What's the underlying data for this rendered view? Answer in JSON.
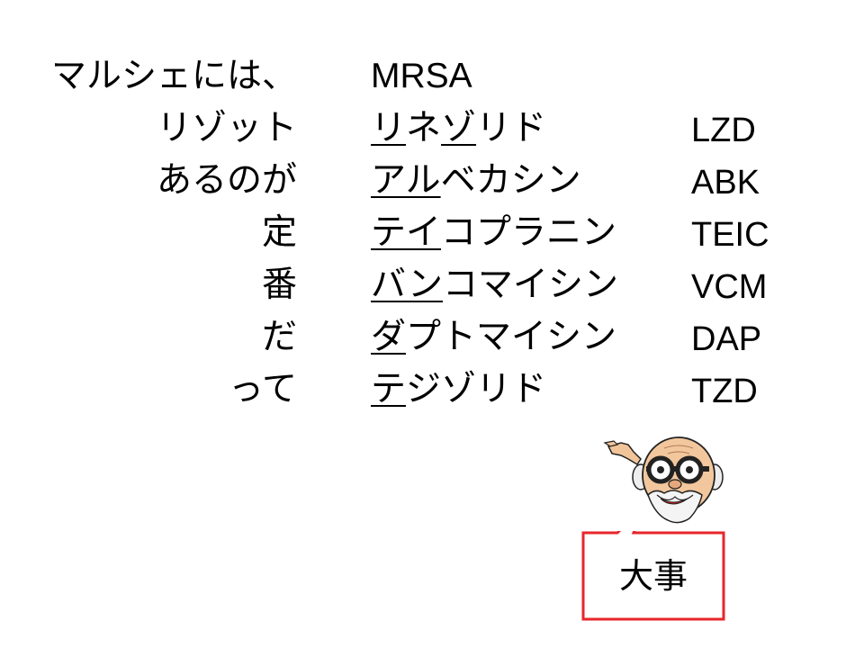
{
  "rows": [
    {
      "left": "マルシェには、",
      "mid_first": "",
      "mid_second": "",
      "mid_third": "",
      "mid_fourth": "",
      "mid_latin": "MRSA",
      "abbr": ""
    },
    {
      "left": "リゾット",
      "mid_first": "リ",
      "mid_second": "ネ",
      "mid_third": "ゾ",
      "mid_fourth": "リド",
      "abbr": "LZD"
    },
    {
      "left": "あるのが",
      "mid_underlined": "アル",
      "mid_rest": "ベカシン",
      "abbr": "ABK"
    },
    {
      "left": "定",
      "mid_underlined": "テイ",
      "mid_rest": "コプラニン",
      "abbr": "TEIC"
    },
    {
      "left": "番",
      "mid_underlined": "バン",
      "mid_rest": "コマイシン",
      "abbr": "VCM"
    },
    {
      "left": "だ",
      "mid_underlined": "ダ",
      "mid_rest": "プトマイシン",
      "abbr": "DAP"
    },
    {
      "left": "って",
      "mid_underlined": "テ",
      "mid_rest": "ジゾリド",
      "abbr": "TZD"
    }
  ],
  "callout": {
    "text": "大事",
    "border_color": "#e8262b"
  },
  "icons": {
    "professor": "pointing-professor-icon"
  }
}
